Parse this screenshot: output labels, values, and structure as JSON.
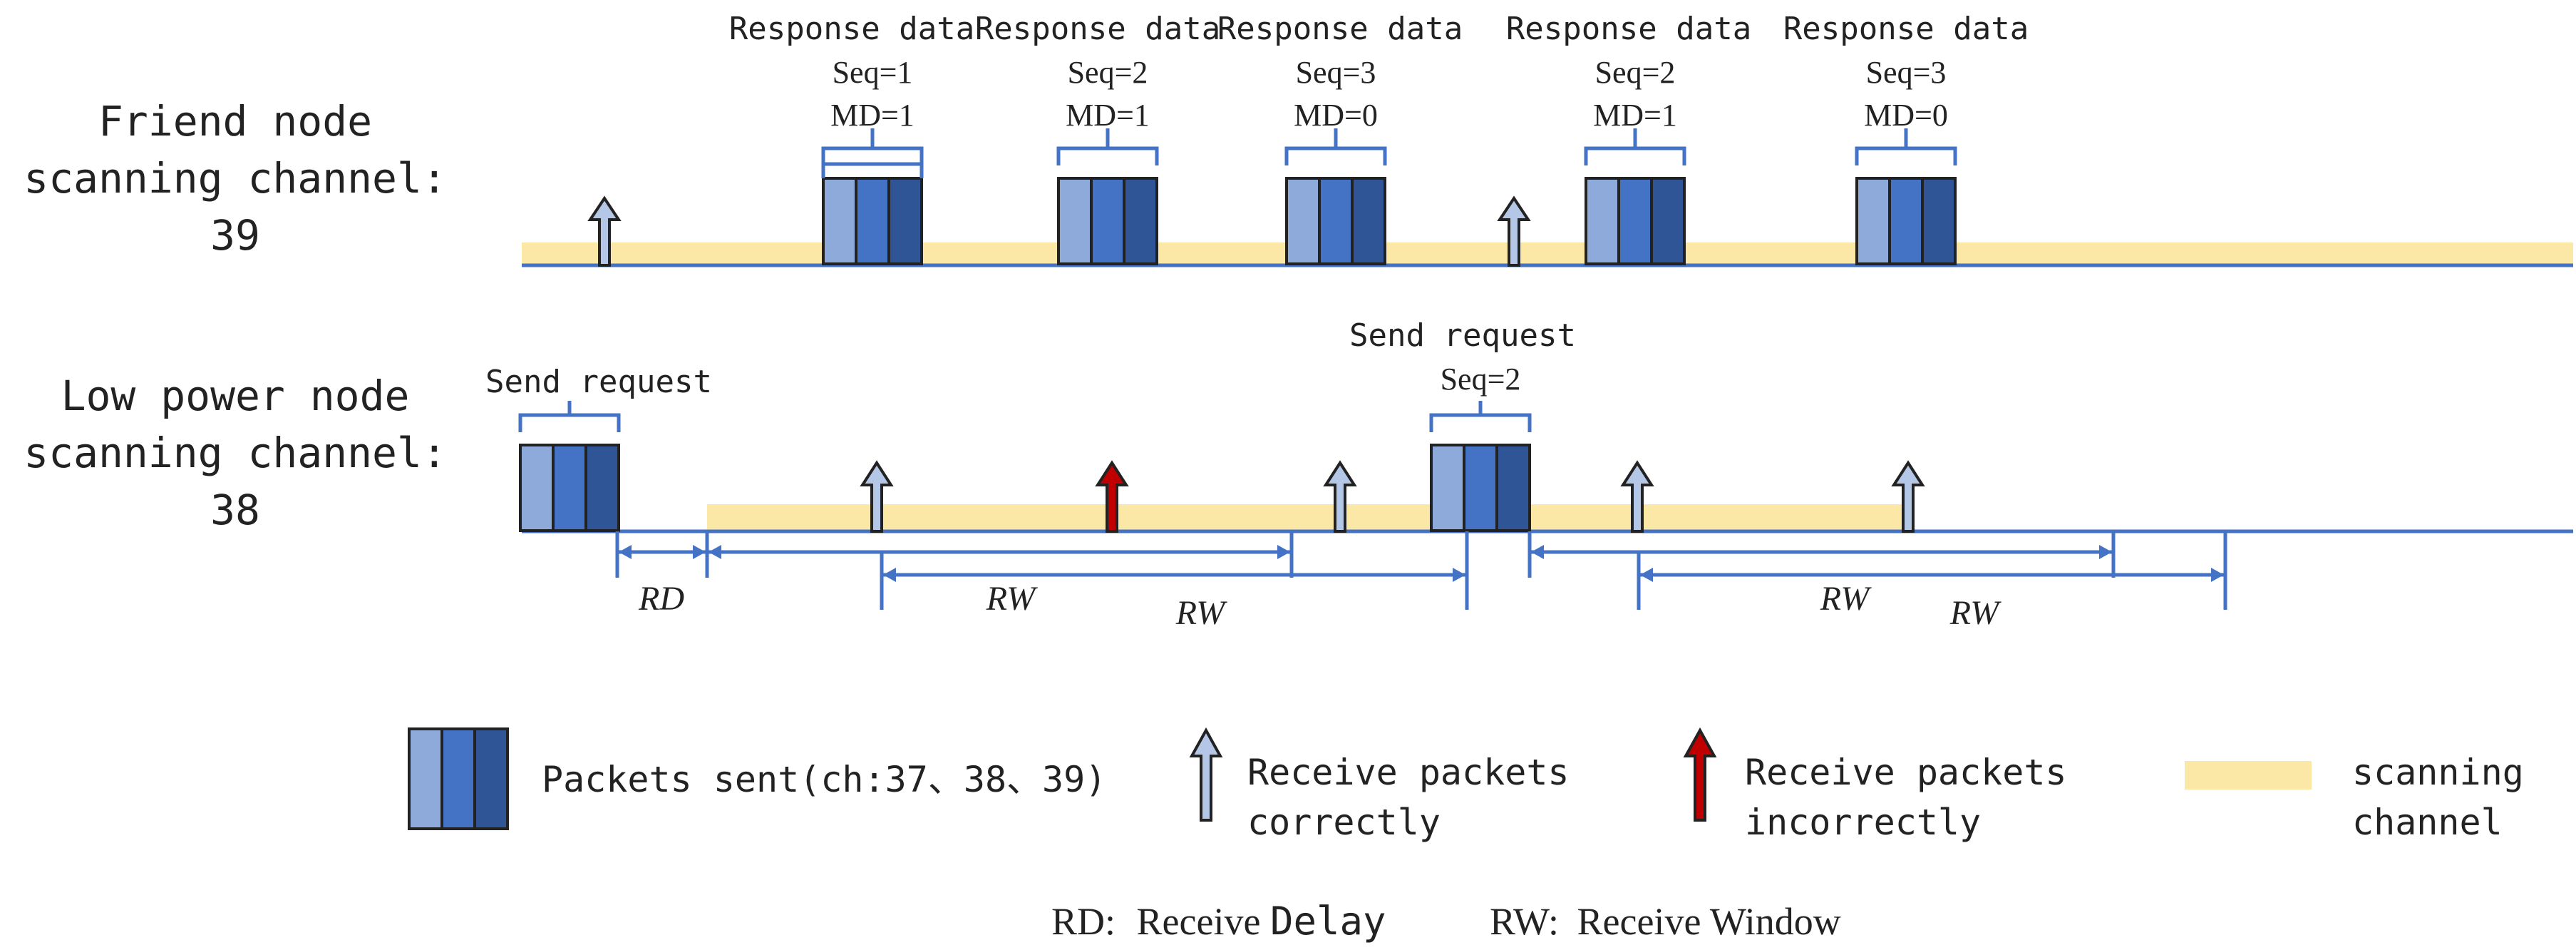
{
  "rows": {
    "friend": {
      "label_lines": [
        "Friend node",
        "scanning channel:",
        "39"
      ]
    },
    "lpn": {
      "label_lines": [
        "Low power node",
        "scanning channel:",
        "38"
      ]
    }
  },
  "friend_packets": [
    {
      "lines": [
        "Response data",
        "Seq=1",
        "MD=1"
      ]
    },
    {
      "lines": [
        "Response data",
        "Seq=2",
        "MD=1"
      ]
    },
    {
      "lines": [
        "Response data",
        "Seq=3",
        "MD=0"
      ]
    },
    {
      "lines": [
        "Response data",
        "Seq=2",
        "MD=1"
      ]
    },
    {
      "lines": [
        "Response data",
        "Seq=3",
        "MD=0"
      ]
    }
  ],
  "lpn_packets": [
    {
      "lines": [
        "Send request"
      ]
    },
    {
      "lines": [
        "Send request",
        "Seq=2"
      ]
    }
  ],
  "intervals": {
    "rd_label": "RD",
    "rw_label": "RW"
  },
  "legend": {
    "packets": "Packets sent(ch:37、38、39)",
    "correct": [
      "Receive packets",
      "correctly"
    ],
    "incorrect": [
      "Receive packets",
      "incorrectly"
    ],
    "channel": [
      "scanning",
      "channel"
    ]
  },
  "footer": {
    "rd_abbr": "RD:",
    "rd_text_a": "Receive ",
    "rd_text_b": "Delay",
    "rw_abbr": "RW:",
    "rw_text": "Receive Window"
  },
  "colors": {
    "channel_fill": "#fce8a6",
    "line_blue": "#4472c4",
    "packet_light": "#8eaadb",
    "packet_mid": "#4472c4",
    "packet_dark": "#2f5597",
    "arrow_correct": "#b4c7e7",
    "arrow_incorrect": "#c00000",
    "outline": "#222222"
  }
}
